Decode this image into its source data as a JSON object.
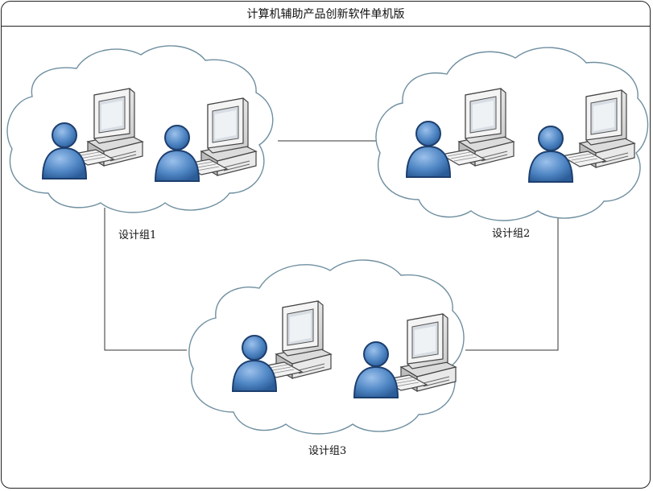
{
  "title": "计算机辅助产品创新软件单机版",
  "groups": [
    {
      "label": "设计组1"
    },
    {
      "label": "设计组2"
    },
    {
      "label": "设计组3"
    }
  ],
  "colors": {
    "cloud_stroke": "#6f8fa0",
    "cloud_fill": "#ffffff",
    "connector": "#333333",
    "user_fill": "#4f86c4",
    "user_stroke": "#1d3f6e",
    "computer_body": "#e8e8e8",
    "computer_stroke": "#444444"
  },
  "icons": [
    "cloud-icon",
    "user-icon",
    "computer-icon",
    "keyboard-icon"
  ]
}
